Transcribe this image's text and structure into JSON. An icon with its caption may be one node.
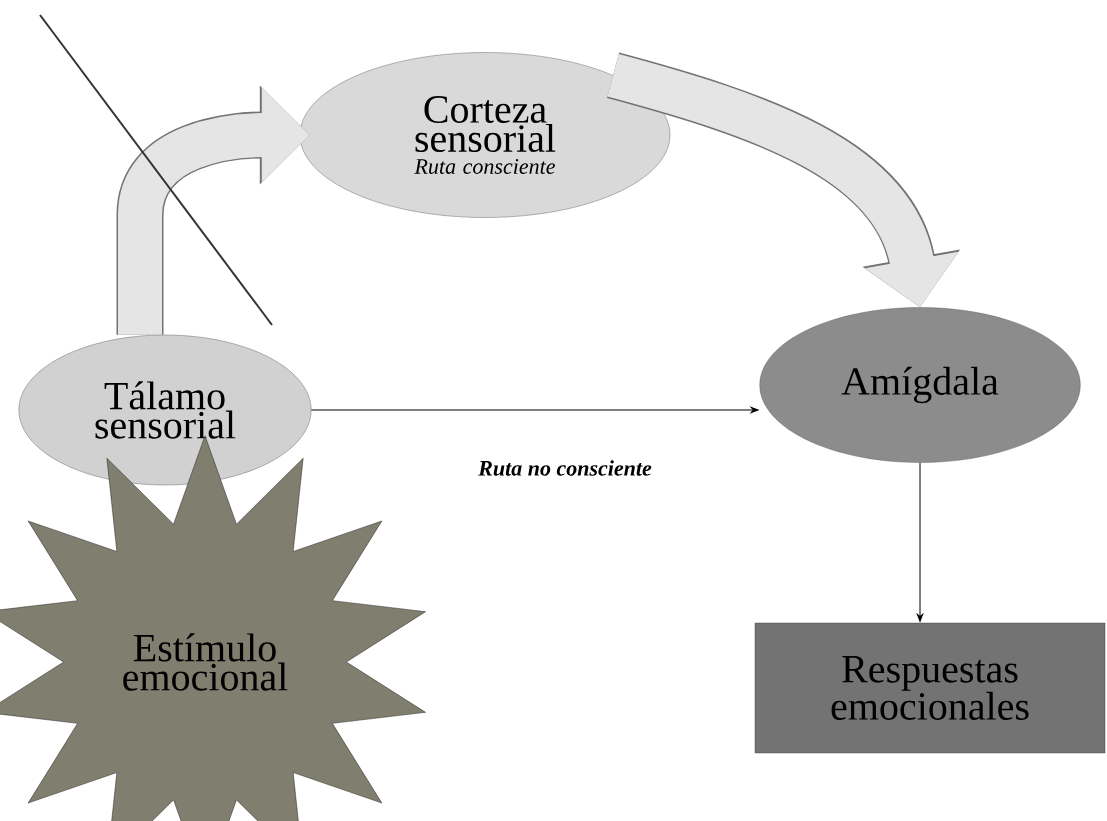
{
  "diagram": {
    "nodes": [
      {
        "text": [
          "Corteza sensorial",
          "Ruta consciente"
        ]
      },
      {
        "text": [
          "Tálamo sensorial"
        ]
      },
      {
        "text": [
          "Amígdala"
        ]
      },
      {
        "text": [
          "Estímulo emocional"
        ]
      },
      {
        "text": [
          "Respuestas emocionales"
        ]
      }
    ],
    "edges": [
      {
        "from": 1,
        "to": 0,
        "arrow": "to",
        "style": "thick"
      },
      {
        "from": 0,
        "to": 2,
        "arrow": "to",
        "style": "thick"
      },
      {
        "from": 1,
        "to": 2,
        "arrow": "to",
        "label": "Ruta no consciente",
        "color": "#000000"
      },
      {
        "from": 2,
        "to": 4,
        "arrow": "to",
        "color": "#000000"
      }
    ]
  }
}
